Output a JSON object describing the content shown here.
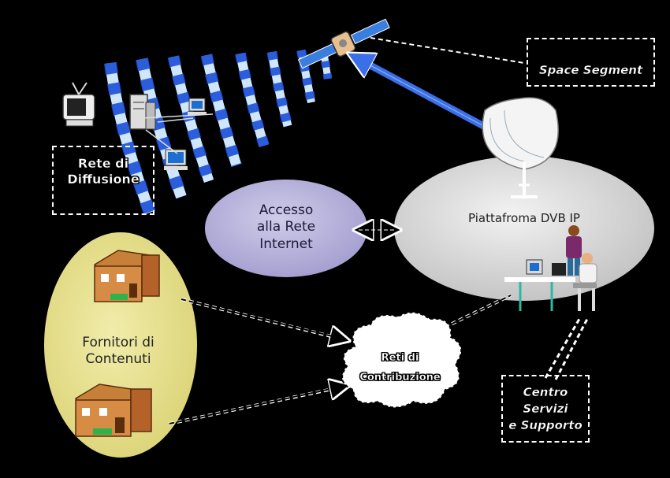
{
  "labels": {
    "space_segment": "Space Segment",
    "rete_diffusione_1": "Rete di",
    "rete_diffusione_2": "Diffusione",
    "accesso_1": "Accesso",
    "accesso_2": "alla Rete",
    "accesso_3": "Internet",
    "piattaforma": "Piattafroma DVB IP",
    "fornitori_1": "Fornitori di",
    "fornitori_2": "Contenuti",
    "reti_contrib_1": "Reti di",
    "reti_contrib_2": "Contribuzione",
    "centro_1": "Centro",
    "centro_2": "Servizi",
    "centro_3": "e Supporto"
  },
  "colors": {
    "background": "#000000",
    "beam_light": "#cfe6ff",
    "beam_stripe": "#1a4fd8",
    "uplink_arrow": "#3a6fe8",
    "accesso_ellipse": "#b9b4dd",
    "piattaforma_ellipse": "#dcdcdc",
    "fornitori_ellipse": "#e6e08c"
  },
  "icons": [
    "satellite-icon",
    "satellite-dish-icon",
    "tv-icon",
    "server-icon",
    "computer-icon",
    "house-icon",
    "person-icon",
    "workstation-icon",
    "cloud-icon"
  ]
}
